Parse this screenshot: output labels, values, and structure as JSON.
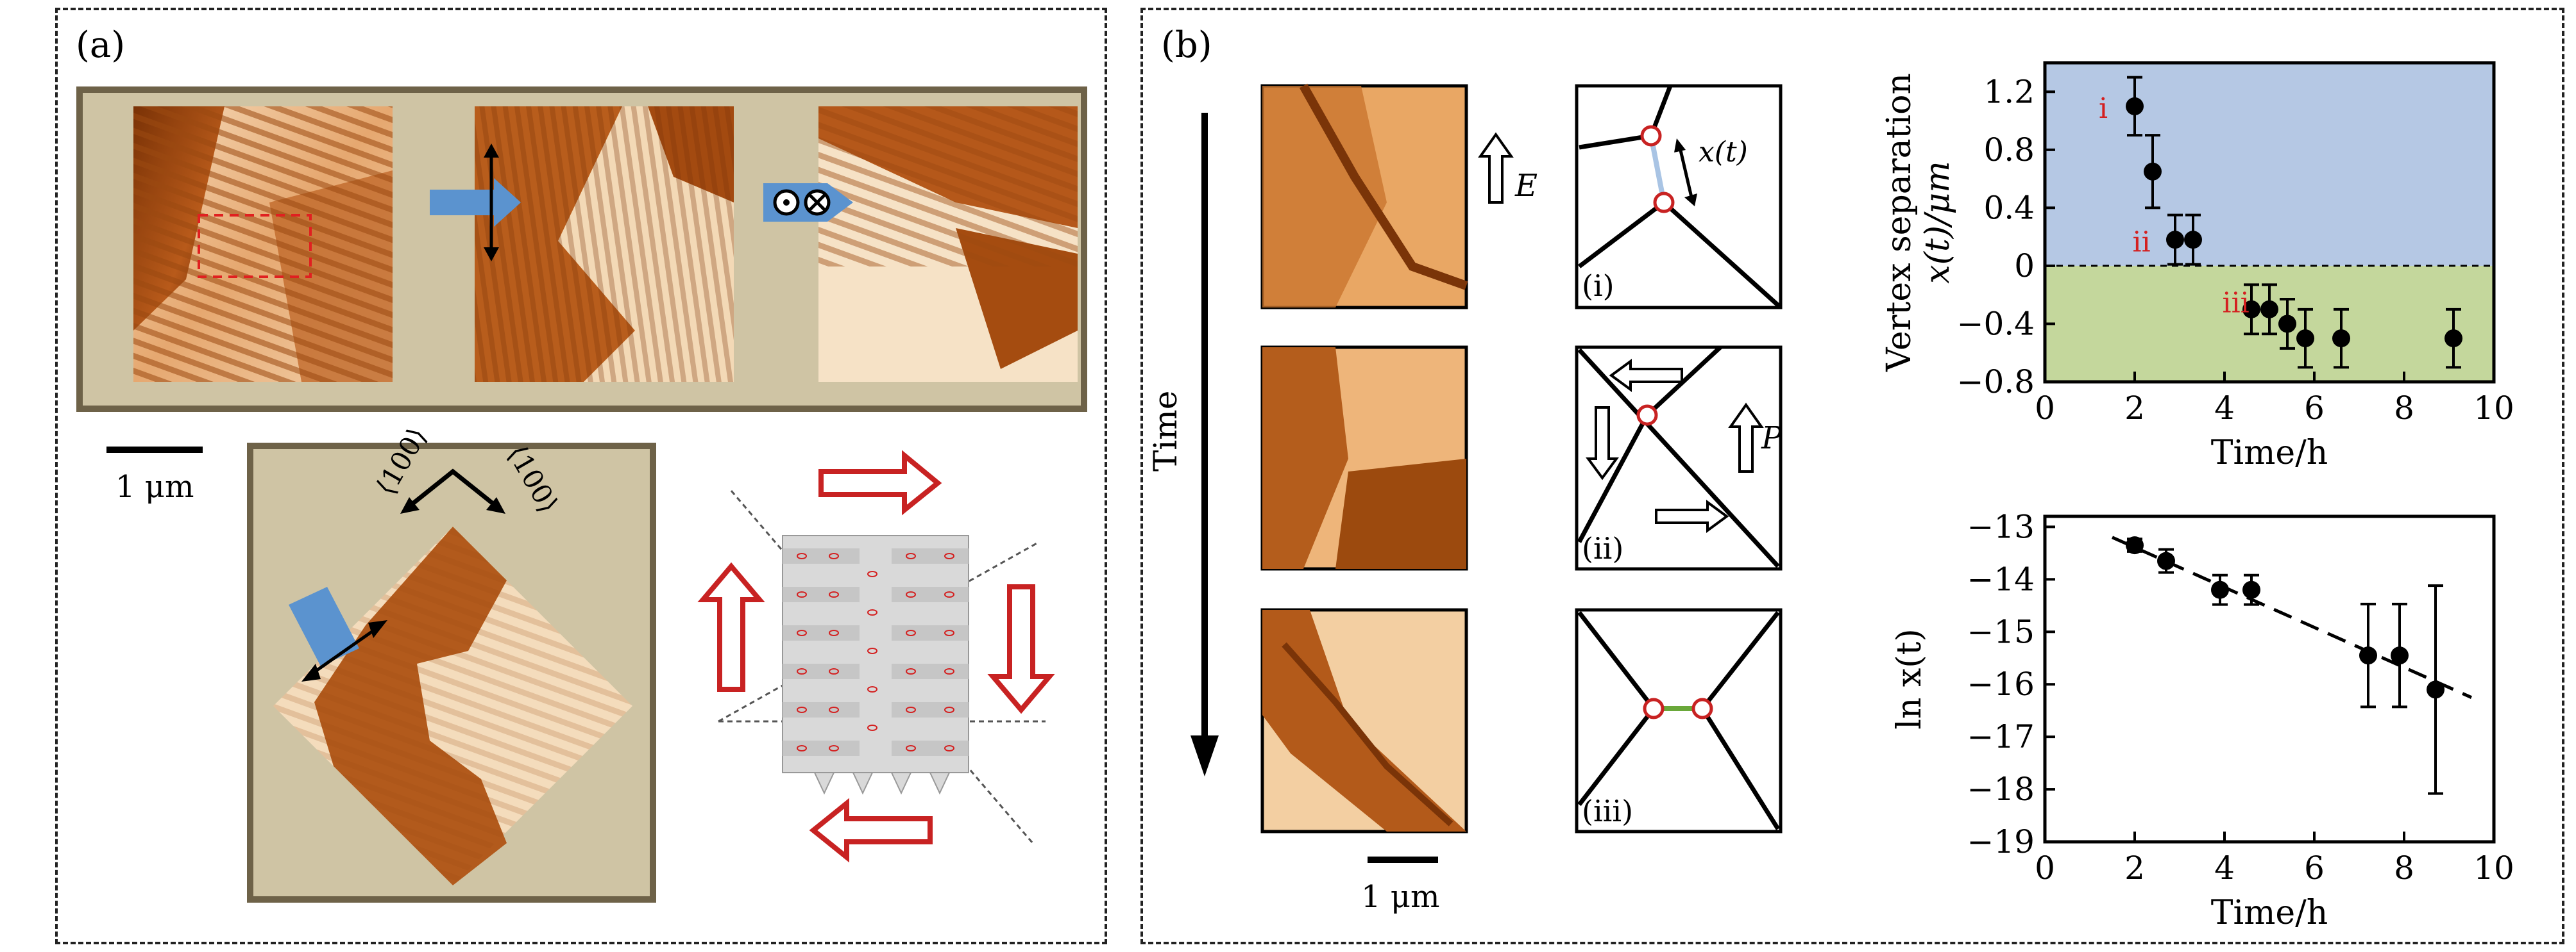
{
  "panel_a": {
    "label": "(a)",
    "scale_label": "1 μm",
    "dir_left": "⟨100⟩",
    "dir_right": "⟨100⟩"
  },
  "panel_b": {
    "label": "(b)",
    "time_label": "Time",
    "field_label": "E",
    "polarization_label": "P",
    "xt_label": "x(t)",
    "scale_label": "1 μm",
    "schematic_labels": [
      "(i)",
      "(ii)",
      "(iii)"
    ]
  },
  "chart_data": [
    {
      "type": "scatter",
      "xlabel": "Time/h",
      "ylabel_line1": "Vertex separation",
      "ylabel_line2": "x(t)/μm",
      "xlim": [
        0,
        10
      ],
      "ylim": [
        -0.8,
        1.4
      ],
      "xticks": [
        0,
        2,
        4,
        6,
        8,
        10
      ],
      "yticks": [
        -0.8,
        -0.4,
        0,
        0.4,
        0.8,
        1.2
      ],
      "ytick_labels": [
        "−0.8",
        "−0.4",
        "0",
        "0.4",
        "0.8",
        "1.2"
      ],
      "regions": [
        {
          "from": 0,
          "to": 1.4,
          "color": "#b5c8e4"
        },
        {
          "from": -0.8,
          "to": 0,
          "color": "#c4d79c"
        }
      ],
      "zero_line": "dashed",
      "annotations": [
        {
          "text": "i",
          "x": 1.2,
          "y": 1.02,
          "color": "#d42020"
        },
        {
          "text": "ii",
          "x": 1.95,
          "y": 0.1,
          "color": "#d42020"
        },
        {
          "text": "iii",
          "x": 3.95,
          "y": -0.32,
          "color": "#d42020"
        }
      ],
      "points": [
        {
          "x": 2.0,
          "y": 1.1,
          "err": 0.2
        },
        {
          "x": 2.4,
          "y": 0.65,
          "err": 0.25
        },
        {
          "x": 2.9,
          "y": 0.18,
          "err": 0.17
        },
        {
          "x": 3.3,
          "y": 0.18,
          "err": 0.17
        },
        {
          "x": 4.6,
          "y": -0.3,
          "err": 0.17
        },
        {
          "x": 5.0,
          "y": -0.3,
          "err": 0.17
        },
        {
          "x": 5.4,
          "y": -0.4,
          "err": 0.17
        },
        {
          "x": 5.8,
          "y": -0.5,
          "err": 0.2
        },
        {
          "x": 6.6,
          "y": -0.5,
          "err": 0.2
        },
        {
          "x": 9.1,
          "y": -0.5,
          "err": 0.2
        }
      ]
    },
    {
      "type": "scatter",
      "xlabel": "Time/h",
      "ylabel": "ln x(t)",
      "xlim": [
        0,
        10
      ],
      "ylim": [
        -19,
        -12.8
      ],
      "xticks": [
        0,
        2,
        4,
        6,
        8,
        10
      ],
      "yticks": [
        -19,
        -18,
        -17,
        -16,
        -15,
        -14,
        -13
      ],
      "ytick_labels": [
        "−19",
        "−18",
        "−17",
        "−16",
        "−15",
        "−14",
        "−13"
      ],
      "fit_line": {
        "x": [
          1.5,
          9.5
        ],
        "y": [
          -13.2,
          -16.25
        ],
        "style": "dashed"
      },
      "points": [
        {
          "x": 2.0,
          "y": -13.35,
          "err": 0.12
        },
        {
          "x": 2.7,
          "y": -13.65,
          "err": 0.22
        },
        {
          "x": 3.9,
          "y": -14.2,
          "err": 0.28
        },
        {
          "x": 4.6,
          "y": -14.2,
          "err": 0.28
        },
        {
          "x": 7.2,
          "y": -15.45,
          "err": 0.98
        },
        {
          "x": 7.9,
          "y": -15.45,
          "err": 0.98
        },
        {
          "x": 8.7,
          "y": -16.1,
          "err": 1.98
        }
      ]
    }
  ]
}
